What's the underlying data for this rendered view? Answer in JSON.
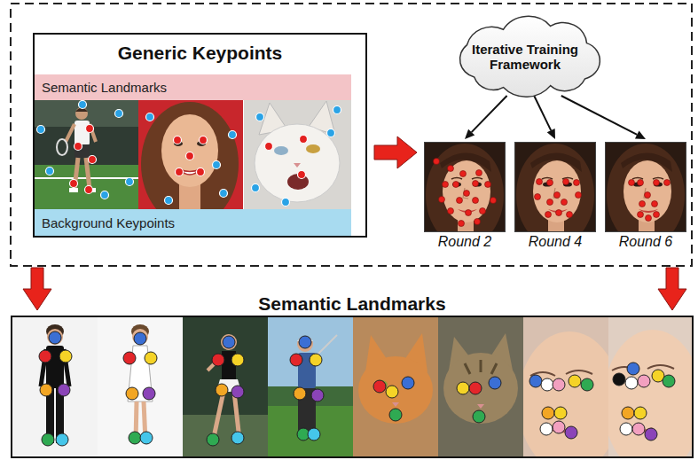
{
  "diagram": {
    "nodes": [
      {
        "text": [
          "Generic Keypoints"
        ]
      },
      {
        "text": [
          "Semantic Landmarks"
        ],
        "in": 0
      },
      {
        "text": [
          "Background Keypoints"
        ],
        "in": 0
      },
      {
        "text": [
          "Iterative Training Framework"
        ]
      },
      {
        "text": [
          "Round 2"
        ]
      },
      {
        "text": [
          "Round 4"
        ]
      },
      {
        "text": [
          "Round 6"
        ]
      },
      {
        "text": [
          "Semantic Landmarks"
        ]
      }
    ],
    "edges": [
      {
        "from": 0,
        "to": 4,
        "arrow": "to"
      },
      {
        "from": 3,
        "to": 4,
        "arrow": "to"
      },
      {
        "from": 3,
        "to": 5,
        "arrow": "to"
      },
      {
        "from": 3,
        "to": 6,
        "arrow": "to"
      }
    ]
  }
}
